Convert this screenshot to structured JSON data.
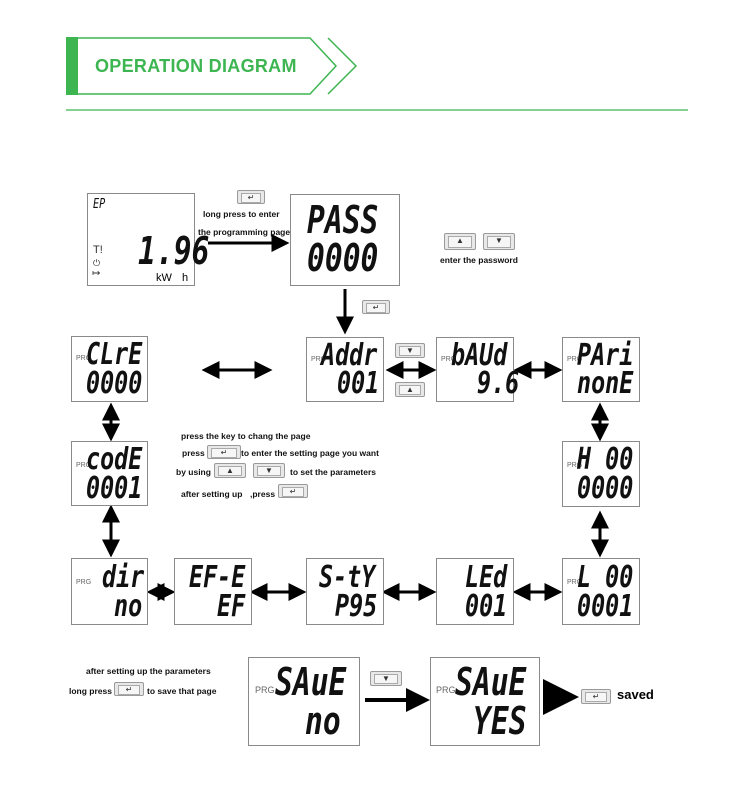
{
  "header": {
    "title": "OPERATION DIAGRAM",
    "accent": "#3db551"
  },
  "start_screen": {
    "top": "EP",
    "value": "1.96",
    "unit_kw": "kW",
    "unit_h": "h",
    "t_label": "T!"
  },
  "captions": {
    "long_press_1": "long press to enter",
    "long_press_2": "the programming page",
    "enter_password": "enter the password",
    "instr_1": "press the key to chang the page",
    "instr_2_a": "press",
    "instr_2_b": "to enter the setting page you want",
    "instr_3_a": "by using",
    "instr_3_b": "to set the parameters",
    "instr_4_a": "after setting up",
    "instr_4_b": ",press",
    "save_1": "after setting up the parameters",
    "save_2_a": "long press",
    "save_2_b": "to save that page",
    "saved": "saved"
  },
  "prg": "PRG",
  "screens": {
    "pass": {
      "top": "PASS",
      "bottom": "0000"
    },
    "clre": {
      "top": "CLrE",
      "bottom": "0000"
    },
    "addr": {
      "top": "Addr",
      "bottom": "001"
    },
    "baud": {
      "top": "bAUd",
      "bottom": "9.6"
    },
    "pari": {
      "top": "PAri",
      "bottom": "nonE"
    },
    "code": {
      "top": "codE",
      "bottom": "0001"
    },
    "h00": {
      "top": "H 00",
      "bottom": "0000"
    },
    "dir": {
      "top": "dir",
      "bottom": "no"
    },
    "efe": {
      "top": "EF-E",
      "bottom": "EF"
    },
    "sty": {
      "top": "S-tY",
      "bottom": "P95"
    },
    "led": {
      "top": "LEd",
      "bottom": "001"
    },
    "l00": {
      "top": "L 00",
      "bottom": "0001"
    },
    "save_no": {
      "top": "SAuE",
      "bottom": "no"
    },
    "save_yes": {
      "top": "SAuE",
      "bottom": "YES"
    }
  },
  "icons": {
    "enter": "enter-key-icon",
    "up": "up-arrow-key-icon",
    "down": "down-arrow-key-icon"
  }
}
